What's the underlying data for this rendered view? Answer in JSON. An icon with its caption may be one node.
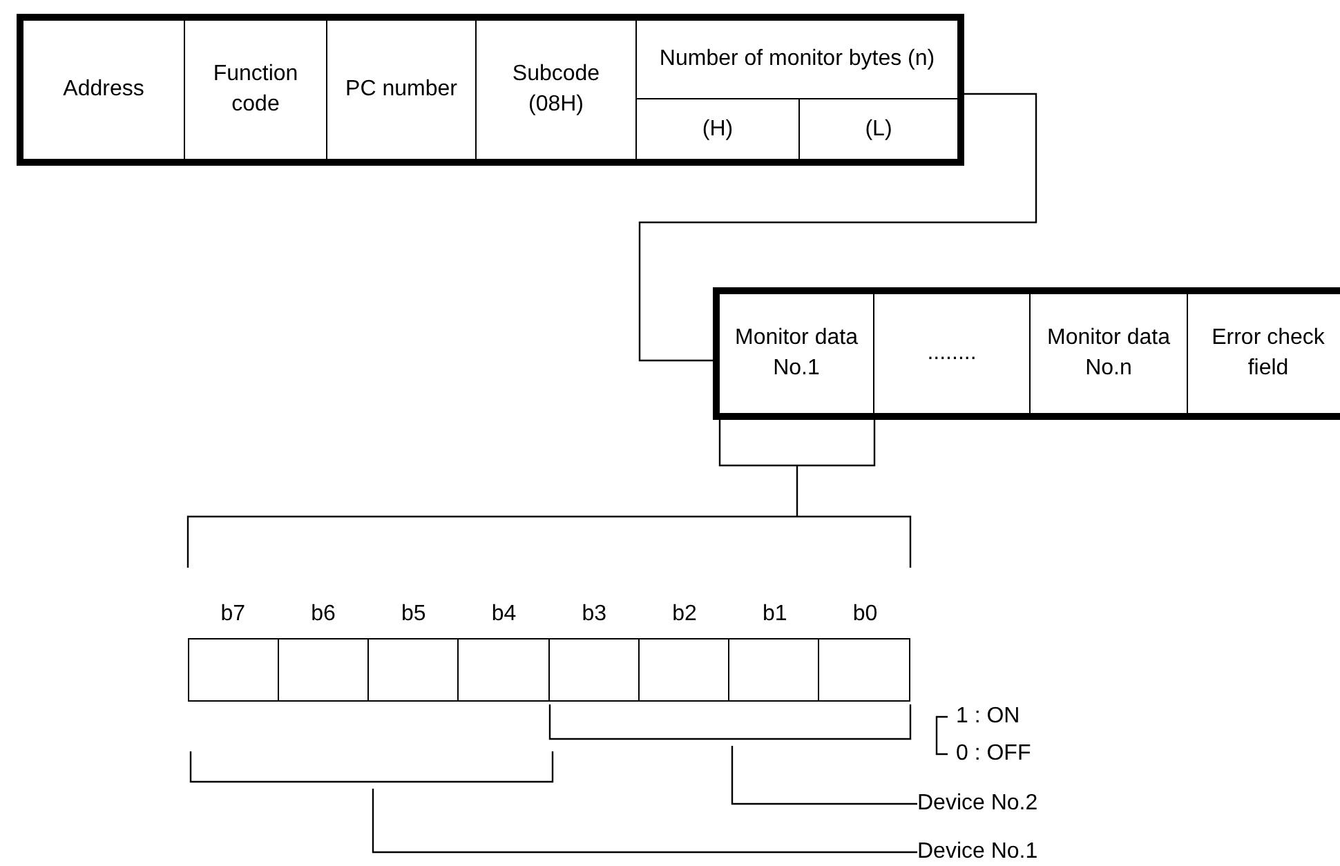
{
  "diagram": {
    "nodes": [
      {
        "text": [],
        "shape": "box"
      },
      {
        "text": [
          "Address"
        ],
        "in": 0
      },
      {
        "text": [
          "Function code"
        ],
        "in": 0
      },
      {
        "text": [
          "PC number"
        ],
        "in": 0
      },
      {
        "text": [
          "Subcode (08H)"
        ],
        "in": 0
      },
      {
        "text": [
          "Number of monitor bytes (n)"
        ],
        "in": 0
      },
      {
        "text": [
          "(H)"
        ],
        "in": 5
      },
      {
        "text": [
          "(L)"
        ],
        "in": 5
      },
      {
        "text": [],
        "shape": "box"
      },
      {
        "text": [
          "Monitor data No.1"
        ],
        "in": 8
      },
      {
        "text": [
          "........"
        ],
        "in": 8
      },
      {
        "text": [
          "Monitor data No.n"
        ],
        "in": 8
      },
      {
        "text": [
          "Error check field"
        ],
        "in": 8
      },
      {
        "text": [],
        "shape": "box"
      },
      {
        "text": [
          "Device No.2"
        ]
      },
      {
        "text": [
          "Device No.1"
        ]
      }
    ],
    "edges": [
      {
        "from": 0,
        "to": 8,
        "arrow": "none"
      },
      {
        "from": 9,
        "to": 13,
        "arrow": "none"
      },
      {
        "from": 14,
        "to": 13,
        "arrow": "none"
      },
      {
        "from": 15,
        "to": 13,
        "arrow": "none"
      }
    ],
    "labels": [
      "b7",
      "b6",
      "b5",
      "b4",
      "b3",
      "b2",
      "b1",
      "b0",
      "1 : ON",
      "0 : OFF"
    ]
  }
}
